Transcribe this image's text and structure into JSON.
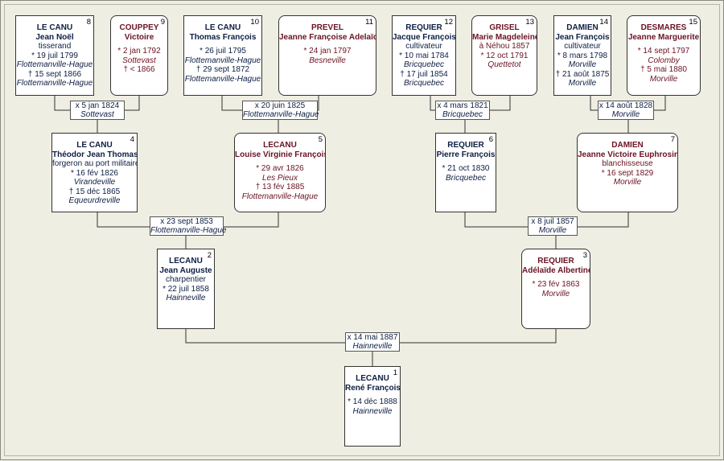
{
  "persons": {
    "p1": {
      "num": "1",
      "surname": "LECANU",
      "given": "René François",
      "lines": [
        "* 14 déc 1888",
        "Hainneville"
      ]
    },
    "p2": {
      "num": "2",
      "surname": "LECANU",
      "given": "Jean Auguste",
      "lines": [
        "charpentier",
        "* 22 juil 1858",
        "Hainneville"
      ]
    },
    "p3": {
      "num": "3",
      "surname": "REQUIER",
      "given": "Adélaïde Albertine",
      "lines": [
        "* 23 fév 1863",
        "Morville"
      ]
    },
    "p4": {
      "num": "4",
      "surname": "LE CANU",
      "given": "Théodor Jean Thomas",
      "lines": [
        "forgeron au port militaire",
        "* 16 fév 1826",
        "Virandeville",
        "† 15 déc 1865",
        "Equeurdreville"
      ]
    },
    "p5": {
      "num": "5",
      "surname": "LECANU",
      "given": "Louise Virginie Françoise",
      "lines": [
        "* 29 avr 1826",
        "Les Pieux",
        "† 13 fév 1885",
        "Flottemanville-Hague"
      ]
    },
    "p6": {
      "num": "6",
      "surname": "REQUIER",
      "given": "Pierre François",
      "lines": [
        "* 21 oct 1830",
        "Bricquebec"
      ]
    },
    "p7": {
      "num": "7",
      "surname": "DAMIEN",
      "given": "Jeanne Victoire Euphrosine",
      "lines": [
        "blanchisseuse",
        "* 16 sept 1829",
        "Morville"
      ]
    },
    "p8": {
      "num": "8",
      "surname": "LE CANU",
      "given": "Jean Noël",
      "lines": [
        "tisserand",
        "* 19 juil 1799",
        "Flottemanville-Hague",
        "† 15 sept 1866",
        "Flottemanville-Hague"
      ]
    },
    "p9": {
      "num": "9",
      "surname": "COUPPEY",
      "given": "Victoire",
      "lines": [
        "* 2 jan 1792",
        "Sottevast",
        "† < 1866"
      ]
    },
    "p10": {
      "num": "10",
      "surname": "LE CANU",
      "given": "Thomas François",
      "lines": [
        "* 26 juil 1795",
        "Flottemanville-Hague",
        "† 29 sept 1872",
        "Flottemanville-Hague"
      ]
    },
    "p11": {
      "num": "11",
      "surname": "PREVEL",
      "given": "Jeanne Françoise Adelaïde",
      "lines": [
        "* 24 jan 1797",
        "Besneville"
      ]
    },
    "p12": {
      "num": "12",
      "surname": "REQUIER",
      "given": "Jacque François",
      "lines": [
        "cultivateur",
        "* 10 mai 1784",
        "Bricquebec",
        "† 17 juil 1854",
        "Bricquebec"
      ]
    },
    "p13": {
      "num": "13",
      "surname": "GRISEL",
      "given": "Marie Magdeleine",
      "lines": [
        "à Néhou 1857",
        "* 12 oct 1791",
        "Quettetot"
      ]
    },
    "p14": {
      "num": "14",
      "surname": "DAMIEN",
      "given": "Jean François",
      "lines": [
        "cultivateur",
        "* 8 mars 1798",
        "Morville",
        "† 21 août 1875",
        "Morville"
      ]
    },
    "p15": {
      "num": "15",
      "surname": "DESMARES",
      "given": "Jeanne Marguerite",
      "lines": [
        "* 14 sept 1797",
        "Colomby",
        "† 5 mai 1880",
        "Morville"
      ]
    }
  },
  "marriages": {
    "m1": {
      "date": "x 14 mai 1887",
      "place": "Hainneville"
    },
    "m2": {
      "date": "x 23 sept 1853",
      "place": "Flottemanville-Hague"
    },
    "m3": {
      "date": "x 8 juil 1857",
      "place": "Morville"
    },
    "m4": {
      "date": "x 5 jan 1824",
      "place": "Sottevast"
    },
    "m5": {
      "date": "x 20 juin 1825",
      "place": "Flottemanville-Hague"
    },
    "m6": {
      "date": "x 4 mars 1821",
      "place": "Bricquebec"
    },
    "m7": {
      "date": "x 14 août 1828",
      "place": "Morville"
    }
  }
}
